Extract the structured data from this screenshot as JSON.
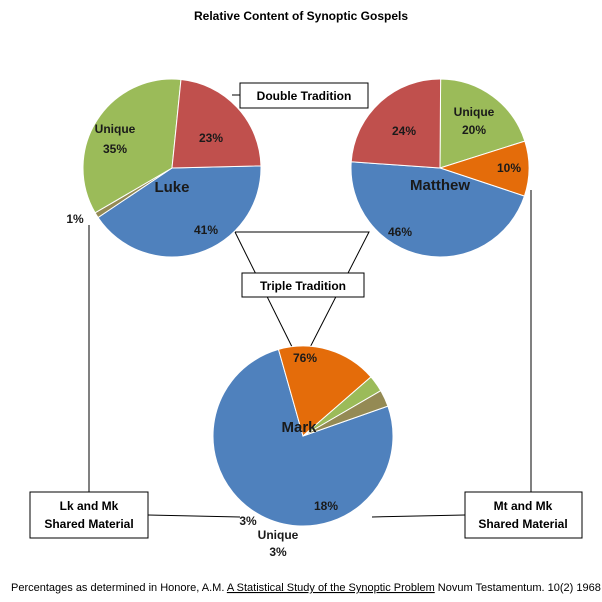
{
  "title": "Relative Content of Synoptic Gospels",
  "colors": {
    "blue": "#4f81bd",
    "red": "#c0504d",
    "green": "#9bbb59",
    "orange": "#e46c0a",
    "olive": "#948a54"
  },
  "boxes": {
    "double": "Double Tradition",
    "triple": "Triple Tradition",
    "lk_mk": [
      "Lk and Mk",
      "Shared Material"
    ],
    "mt_mk": [
      "Mt and Mk",
      "Shared Material"
    ]
  },
  "chart_data": [
    {
      "type": "pie",
      "name": "Luke",
      "slices": [
        {
          "label": "41%",
          "value": 41,
          "color": "blue"
        },
        {
          "label": "1%",
          "value": 1,
          "color": "olive"
        },
        {
          "label": "Unique 35%",
          "value": 35,
          "color": "green"
        },
        {
          "label": "23%",
          "value": 23,
          "color": "red"
        }
      ]
    },
    {
      "type": "pie",
      "name": "Matthew",
      "slices": [
        {
          "label": "Unique 20%",
          "value": 20,
          "color": "green"
        },
        {
          "label": "10%",
          "value": 10,
          "color": "orange"
        },
        {
          "label": "46%",
          "value": 46,
          "color": "blue"
        },
        {
          "label": "24%",
          "value": 24,
          "color": "red"
        }
      ]
    },
    {
      "type": "pie",
      "name": "Mark",
      "slices": [
        {
          "label": "76%",
          "value": 76,
          "color": "blue"
        },
        {
          "label": "18%",
          "value": 18,
          "color": "orange"
        },
        {
          "label": "Unique 3%",
          "value": 3,
          "color": "green"
        },
        {
          "label": "3%",
          "value": 3,
          "color": "olive"
        }
      ]
    }
  ],
  "footnote": {
    "pre": "Percentages as determined in Honore, A.M. ",
    "work": "A Statistical Study of the Synoptic Problem",
    "post": " Novum Testamentum. 10(2) 1968"
  }
}
